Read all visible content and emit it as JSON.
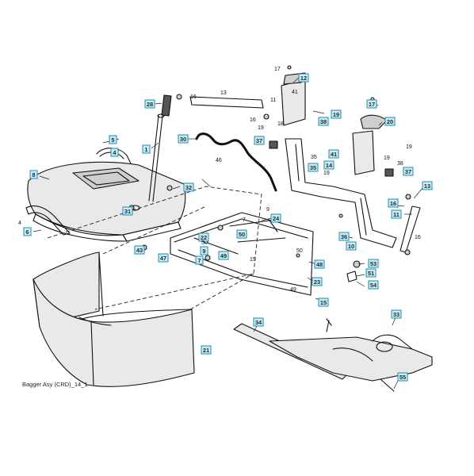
{
  "caption": "Bagger Asy (CRD)_14_1",
  "colors": {
    "callout_fill": "#cfeaf2",
    "callout_stroke": "#1a8fb0",
    "line": "#111111"
  },
  "callouts": [
    {
      "id": "c1",
      "label": "1"
    },
    {
      "id": "c4",
      "label": "4"
    },
    {
      "id": "c5",
      "label": "5"
    },
    {
      "id": "c6",
      "label": "6"
    },
    {
      "id": "c7",
      "label": "7"
    },
    {
      "id": "c8",
      "label": "8"
    },
    {
      "id": "c9",
      "label": "9"
    },
    {
      "id": "c10",
      "label": "10"
    },
    {
      "id": "c11",
      "label": "11"
    },
    {
      "id": "c12",
      "label": "12"
    },
    {
      "id": "c13",
      "label": "13"
    },
    {
      "id": "c14",
      "label": "14"
    },
    {
      "id": "c15",
      "label": "15"
    },
    {
      "id": "c16",
      "label": "16"
    },
    {
      "id": "c17",
      "label": "17"
    },
    {
      "id": "c19",
      "label": "19"
    },
    {
      "id": "c20",
      "label": "20"
    },
    {
      "id": "c21",
      "label": "21"
    },
    {
      "id": "c22",
      "label": "22"
    },
    {
      "id": "c23",
      "label": "23"
    },
    {
      "id": "c24",
      "label": "24"
    },
    {
      "id": "c28",
      "label": "28"
    },
    {
      "id": "c30",
      "label": "30"
    },
    {
      "id": "c31",
      "label": "31"
    },
    {
      "id": "c32",
      "label": "32"
    },
    {
      "id": "c33",
      "label": "33"
    },
    {
      "id": "c34",
      "label": "34"
    },
    {
      "id": "c35",
      "label": "35"
    },
    {
      "id": "c36",
      "label": "36"
    },
    {
      "id": "c37a",
      "label": "37"
    },
    {
      "id": "c37b",
      "label": "37"
    },
    {
      "id": "c38",
      "label": "38"
    },
    {
      "id": "c41",
      "label": "41"
    },
    {
      "id": "c43",
      "label": "43"
    },
    {
      "id": "c47",
      "label": "47"
    },
    {
      "id": "c48",
      "label": "48"
    },
    {
      "id": "c49",
      "label": "49"
    },
    {
      "id": "c50",
      "label": "50"
    },
    {
      "id": "c51",
      "label": "51"
    },
    {
      "id": "c53",
      "label": "53"
    },
    {
      "id": "c54",
      "label": "54"
    },
    {
      "id": "c55",
      "label": "55"
    }
  ],
  "plain_numbers": [
    {
      "id": "n17",
      "label": "17"
    },
    {
      "id": "n13",
      "label": "13"
    },
    {
      "id": "n16a",
      "label": "16"
    },
    {
      "id": "n11a",
      "label": "11"
    },
    {
      "id": "n16b",
      "label": "16"
    },
    {
      "id": "n41a",
      "label": "41"
    },
    {
      "id": "n19a",
      "label": "19"
    },
    {
      "id": "n18",
      "label": "18"
    },
    {
      "id": "n19b",
      "label": "19"
    },
    {
      "id": "n19c",
      "label": "19"
    },
    {
      "id": "n38",
      "label": "38"
    },
    {
      "id": "n46",
      "label": "46"
    },
    {
      "id": "n9a",
      "label": "9"
    },
    {
      "id": "n5",
      "label": "5"
    },
    {
      "id": "n7",
      "label": "7"
    },
    {
      "id": "n16c",
      "label": "16"
    },
    {
      "id": "n50",
      "label": "50"
    },
    {
      "id": "n49",
      "label": "49"
    },
    {
      "id": "n15",
      "label": "15"
    },
    {
      "id": "n4",
      "label": "4"
    },
    {
      "id": "n19d",
      "label": "19"
    },
    {
      "id": "n35",
      "label": "35"
    }
  ]
}
